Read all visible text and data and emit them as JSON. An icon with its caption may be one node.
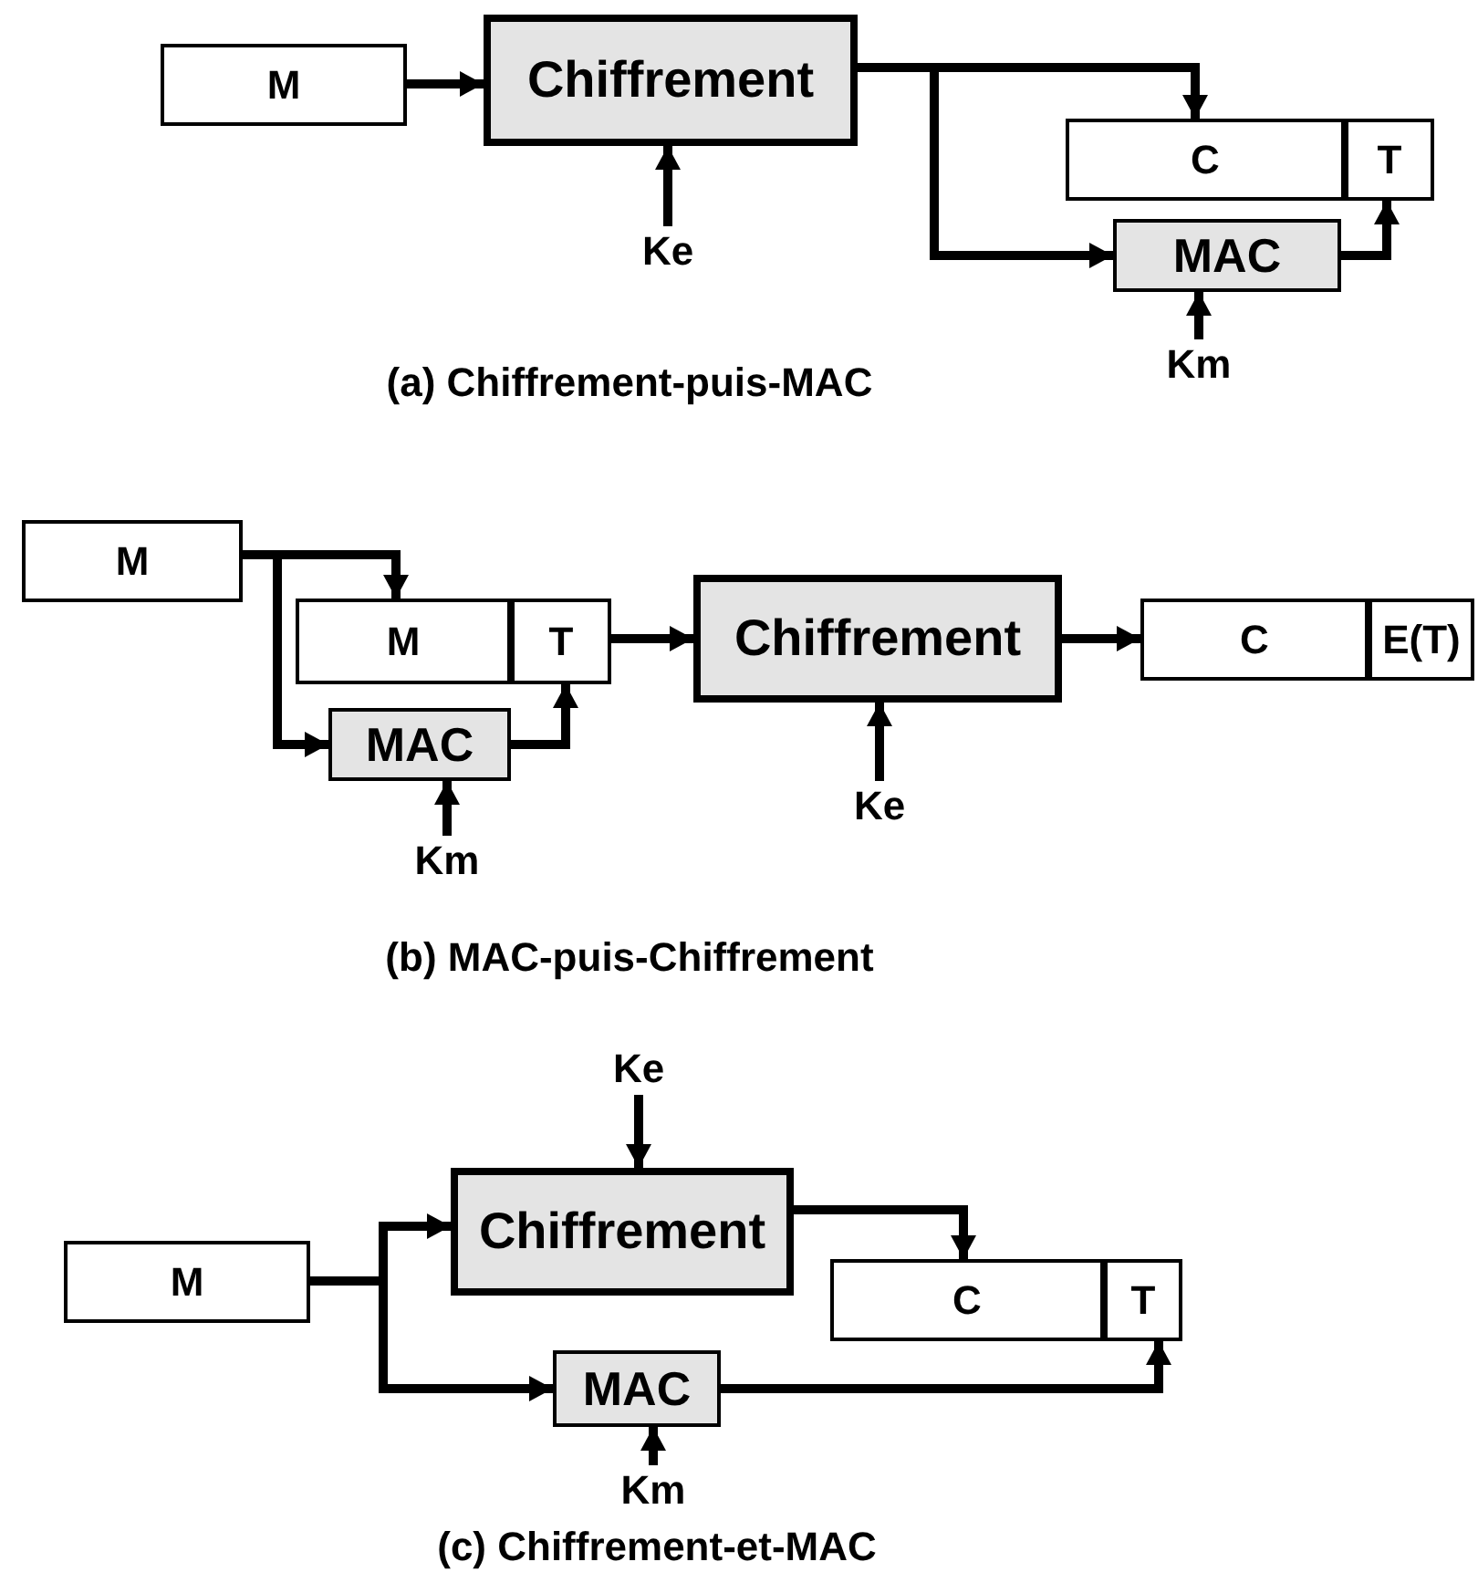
{
  "diagram": {
    "nodes": [
      {
        "text": [
          "M"
        ]
      },
      {
        "text": [
          "Chiffrement"
        ]
      },
      {
        "text": [
          "C"
        ]
      },
      {
        "text": [
          "T"
        ]
      },
      {
        "text": [
          "MAC"
        ]
      },
      {
        "text": [
          "Ke"
        ]
      },
      {
        "text": [
          "Km"
        ]
      },
      {
        "text": [
          "M"
        ]
      },
      {
        "text": [
          "M"
        ]
      },
      {
        "text": [
          "T"
        ]
      },
      {
        "text": [
          "MAC"
        ]
      },
      {
        "text": [
          "Chiffrement"
        ]
      },
      {
        "text": [
          "C"
        ]
      },
      {
        "text": [
          "E(T)"
        ]
      },
      {
        "text": [
          "Km"
        ]
      },
      {
        "text": [
          "Ke"
        ]
      },
      {
        "text": [
          "Ke"
        ]
      },
      {
        "text": [
          "Chiffrement"
        ]
      },
      {
        "text": [
          "M"
        ]
      },
      {
        "text": [
          "C"
        ]
      },
      {
        "text": [
          "T"
        ]
      },
      {
        "text": [
          "MAC"
        ]
      },
      {
        "text": [
          "Km"
        ]
      }
    ],
    "edges": [
      {
        "from": 0,
        "to": 1,
        "arrow": "to"
      },
      {
        "from": 1,
        "to": 2,
        "arrow": "to"
      },
      {
        "from": 1,
        "to": 4,
        "arrow": "to"
      },
      {
        "from": 4,
        "to": 3,
        "arrow": "to"
      },
      {
        "from": 5,
        "to": 1,
        "arrow": "to"
      },
      {
        "from": 6,
        "to": 4,
        "arrow": "to"
      },
      {
        "from": 7,
        "to": 8,
        "arrow": "to"
      },
      {
        "from": 7,
        "to": 10,
        "arrow": "to"
      },
      {
        "from": 10,
        "to": 9,
        "arrow": "to"
      },
      {
        "from": 9,
        "to": 11,
        "arrow": "to"
      },
      {
        "from": 11,
        "to": 12,
        "arrow": "to"
      },
      {
        "from": 15,
        "to": 11,
        "arrow": "to"
      },
      {
        "from": 14,
        "to": 10,
        "arrow": "to"
      },
      {
        "from": 16,
        "to": 17,
        "arrow": "to"
      },
      {
        "from": 18,
        "to": 17,
        "arrow": "to"
      },
      {
        "from": 18,
        "to": 21,
        "arrow": "to"
      },
      {
        "from": 17,
        "to": 19,
        "arrow": "to"
      },
      {
        "from": 21,
        "to": 20,
        "arrow": "to"
      },
      {
        "from": 22,
        "to": 21,
        "arrow": "to"
      }
    ],
    "labels": [
      "(a) Chiffrement-puis-MAC",
      "(b) MAC-puis-Chiffrement",
      "(c) Chiffrement-et-MAC"
    ]
  }
}
